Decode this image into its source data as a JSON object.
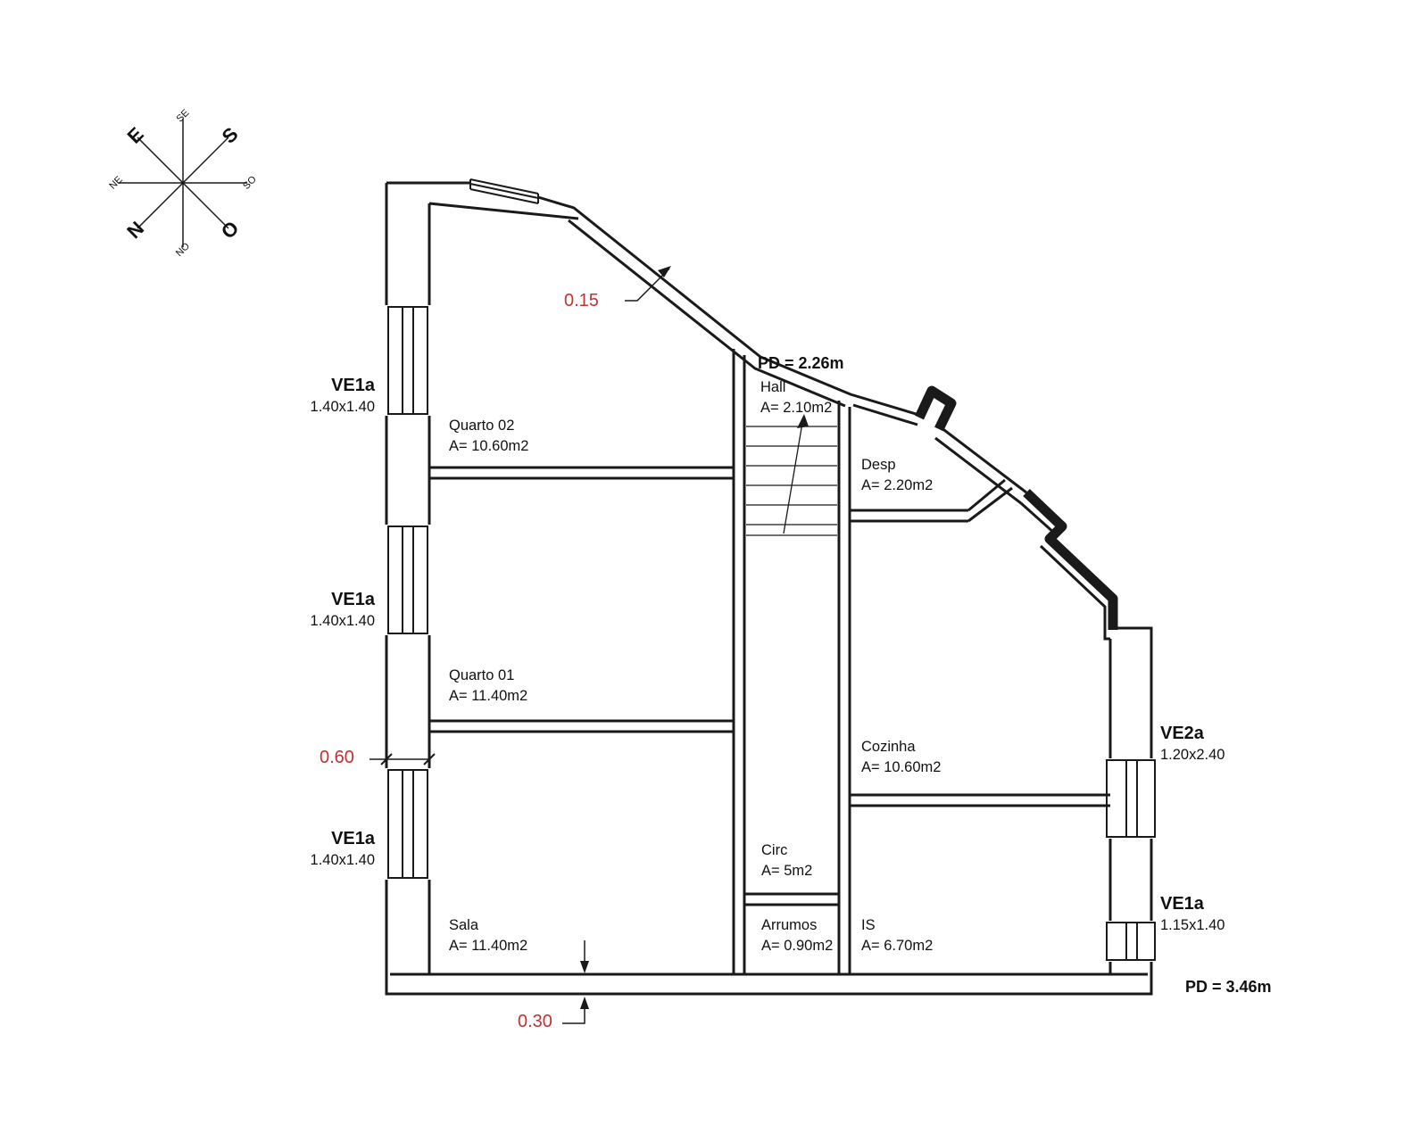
{
  "colors": {
    "line": "#1a1a1a",
    "dimension_red": "#c53030"
  },
  "compass": {
    "n": "N",
    "s": "S",
    "e": "E",
    "o": "O",
    "ne": "NE",
    "se": "SE",
    "so": "SO",
    "no": "NO"
  },
  "rooms": [
    {
      "name": "Quarto 02",
      "area": "A= 10.60m2"
    },
    {
      "name": "Quarto 01",
      "area": "A= 11.40m2"
    },
    {
      "name": "Sala",
      "area": "A= 11.40m2"
    },
    {
      "name": "Hall",
      "area": "A= 2.10m2"
    },
    {
      "name": "Desp",
      "area": "A= 2.20m2"
    },
    {
      "name": "Cozinha",
      "area": "A= 10.60m2"
    },
    {
      "name": "Circ",
      "area": "A= 5m2"
    },
    {
      "name": "Arrumos",
      "area": "A= 0.90m2"
    },
    {
      "name": "IS",
      "area": "A= 6.70m2"
    }
  ],
  "windows": [
    {
      "label": "VE1a",
      "size": "1.40x1.40"
    },
    {
      "label": "VE1a",
      "size": "1.40x1.40"
    },
    {
      "label": "VE1a",
      "size": "1.40x1.40"
    },
    {
      "label": "VE2a",
      "size": "1.20x2.40"
    },
    {
      "label": "VE1a",
      "size": "1.15x1.40"
    }
  ],
  "dimensions": {
    "wall_top": "0.15",
    "wall_left": "0.60",
    "wall_bottom": "0.30"
  },
  "ceiling": {
    "hall": "PD = 2.26m",
    "main": "PD = 3.46m"
  }
}
